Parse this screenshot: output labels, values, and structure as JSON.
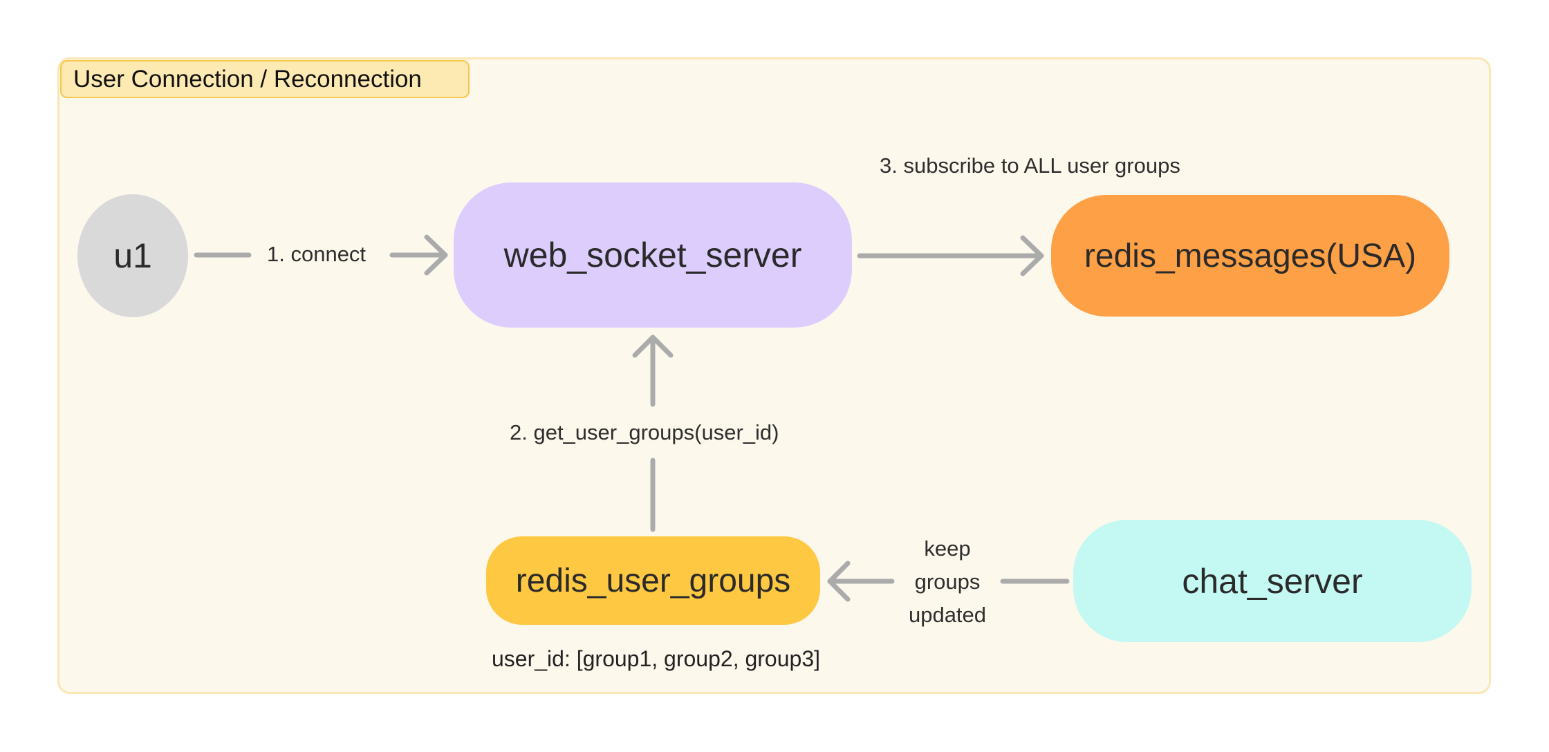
{
  "group": {
    "title": "User Connection / Reconnection"
  },
  "nodes": {
    "u1": "u1",
    "web_socket_server": "web_socket_server",
    "redis_messages": "redis_messages(USA)",
    "redis_user_groups": "redis_user_groups",
    "chat_server": "chat_server"
  },
  "edges": {
    "connect": "1. connect",
    "get_user_groups": "2. get_user_groups(user_id)",
    "subscribe": "3. subscribe to ALL user groups",
    "keep_groups_updated": [
      "keep",
      "groups",
      "updated"
    ]
  },
  "annotations": {
    "user_groups_example": "user_id: [group1, group2, group3]"
  },
  "colors": {
    "frame_bg": "#fdf8ec",
    "frame_border": "#fbe7b4",
    "title_bg": "#fde9b2",
    "u1": "#d9d9d9",
    "web_socket_server": "#dccdfd",
    "redis_messages": "#fea046",
    "redis_user_groups": "#fec843",
    "chat_server": "#c4f8f3",
    "arrow": "#ababab"
  }
}
